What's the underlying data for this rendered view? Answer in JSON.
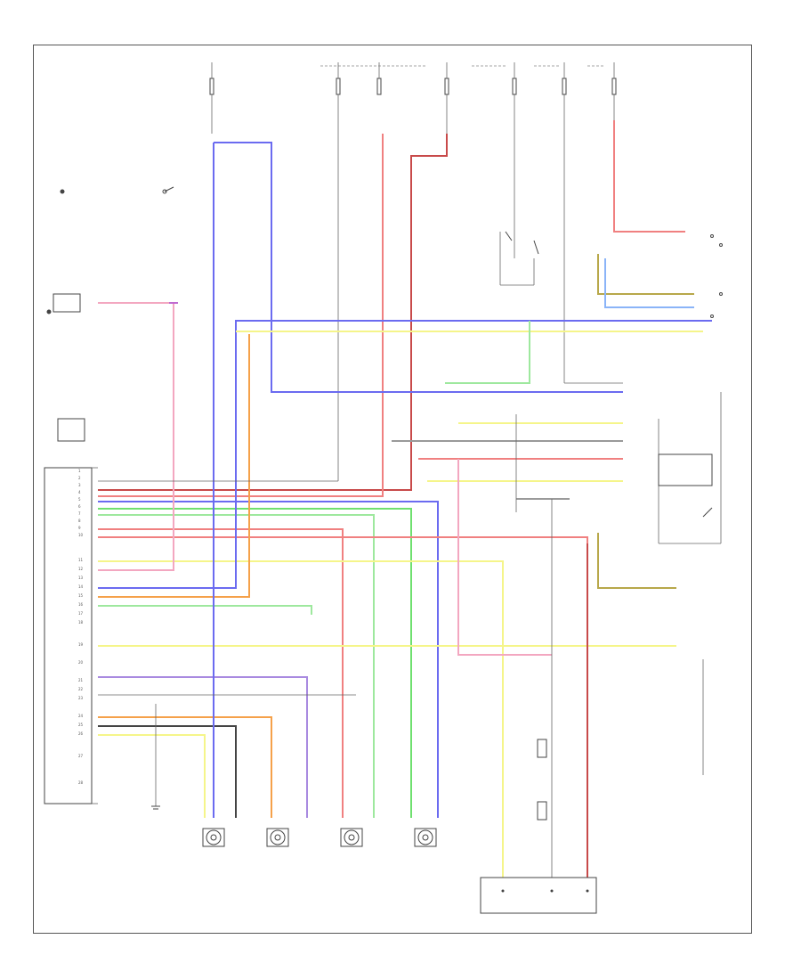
{
  "diagram": {
    "footer_text": "",
    "components": [
      {
        "key": "ecu",
        "label": ""
      },
      {
        "key": "sensor_fr",
        "label": ""
      },
      {
        "key": "sensor_fl",
        "label": ""
      },
      {
        "key": "sensor_rl",
        "label": ""
      },
      {
        "key": "sensor_rr",
        "label": ""
      },
      {
        "key": "lamp_warn",
        "label": ""
      },
      {
        "key": "pressure_sw",
        "label": ""
      },
      {
        "key": "actuator",
        "label": ""
      },
      {
        "key": "speedo",
        "label": ""
      },
      {
        "key": "joint_conn",
        "label": ""
      }
    ],
    "wire_colors": {
      "red": "#f08080",
      "dark_red": "#c84a4a",
      "blue": "#6b6bf0",
      "light_blue": "#8ab4f8",
      "green": "#6fe06f",
      "light_green": "#9ee89e",
      "yellow": "#f5f58a",
      "orange": "#f5a14a",
      "purple": "#a98ae0",
      "gray": "#9a9a9a",
      "pink": "#f3a7c0",
      "olive": "#b8a84a",
      "black": "#444444",
      "violet": "#c06ad0"
    }
  }
}
